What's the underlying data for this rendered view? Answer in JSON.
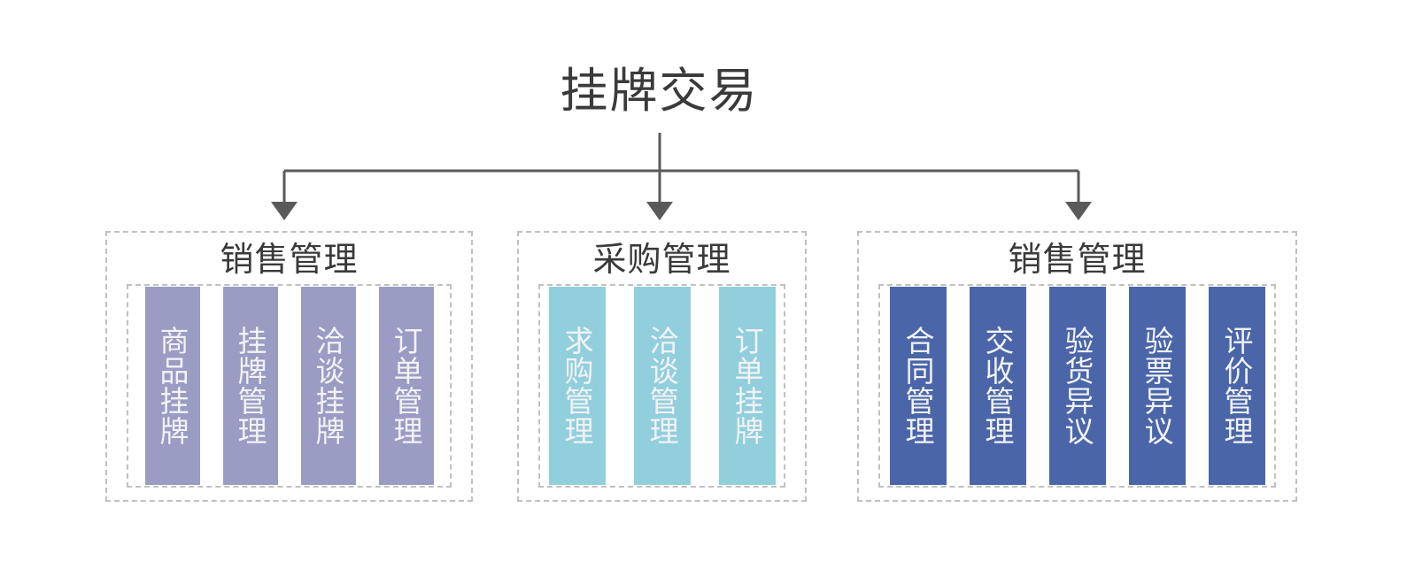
{
  "diagram": {
    "root": {
      "title": "挂牌交易"
    },
    "connector": {
      "color": "#5a5a5a",
      "style": "orthogonal-with-arrowheads",
      "branches": 3
    },
    "groups": [
      {
        "id": "sales-management-pre",
        "title": "销售管理",
        "accent": "#9a9cc4",
        "nodes": [
          {
            "label": "商品挂牌"
          },
          {
            "label": "挂牌管理"
          },
          {
            "label": "洽谈挂牌"
          },
          {
            "label": "订单管理"
          }
        ]
      },
      {
        "id": "purchase-management",
        "title": "采购管理",
        "accent": "#92cfdc",
        "nodes": [
          {
            "label": "求购管理"
          },
          {
            "label": "洽谈管理"
          },
          {
            "label": "订单挂牌"
          }
        ]
      },
      {
        "id": "sales-management-post",
        "title": "销售管理",
        "accent": "#4a66a8",
        "nodes": [
          {
            "label": "合同管理"
          },
          {
            "label": "交收管理"
          },
          {
            "label": "验货异议"
          },
          {
            "label": "验票异议"
          },
          {
            "label": "评价管理"
          }
        ]
      }
    ]
  }
}
